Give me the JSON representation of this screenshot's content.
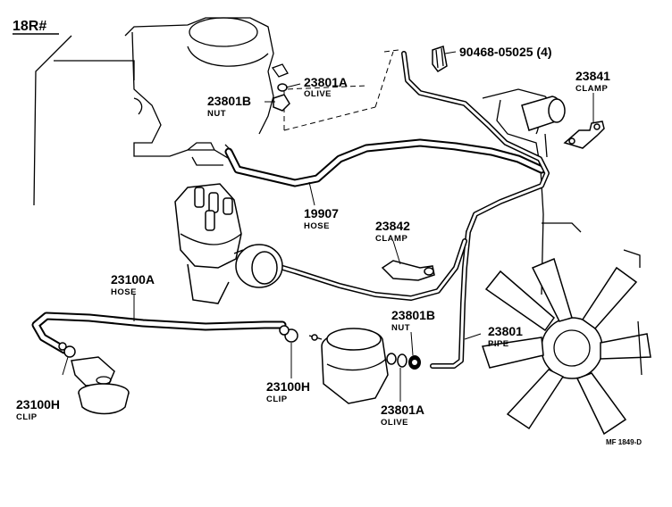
{
  "diagram": {
    "title": "18R#",
    "reference": "MF 1849-D",
    "callouts": [
      {
        "id": "90468-05025",
        "number": "90468-05025 (4)",
        "name": ""
      },
      {
        "id": "23841",
        "number": "23841",
        "name": "CLAMP"
      },
      {
        "id": "23801A-top",
        "number": "23801A",
        "name": "OLIVE"
      },
      {
        "id": "23801B-top",
        "number": "23801B",
        "name": "NUT"
      },
      {
        "id": "19907",
        "number": "19907",
        "name": "HOSE"
      },
      {
        "id": "23842",
        "number": "23842",
        "name": "CLAMP"
      },
      {
        "id": "23100A",
        "number": "23100A",
        "name": "HOSE"
      },
      {
        "id": "23801B-bottom",
        "number": "23801B",
        "name": "NUT"
      },
      {
        "id": "23801",
        "number": "23801",
        "name": "PIPE"
      },
      {
        "id": "23100H-left",
        "number": "23100H",
        "name": "CLIP"
      },
      {
        "id": "23100H-mid",
        "number": "23100H",
        "name": "CLIP"
      },
      {
        "id": "23801A-bottom",
        "number": "23801A",
        "name": "OLIVE"
      }
    ]
  }
}
